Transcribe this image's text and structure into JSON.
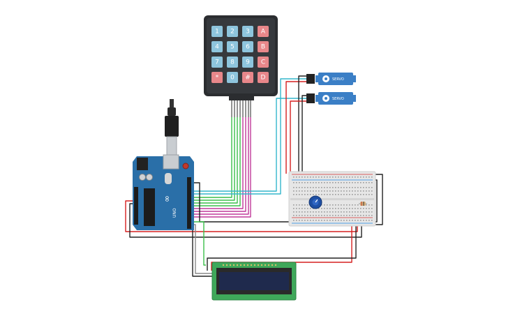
{
  "keypad": {
    "keys": [
      {
        "label": "1",
        "kind": "num"
      },
      {
        "label": "2",
        "kind": "num"
      },
      {
        "label": "3",
        "kind": "num"
      },
      {
        "label": "A",
        "kind": "letter"
      },
      {
        "label": "4",
        "kind": "num"
      },
      {
        "label": "5",
        "kind": "num"
      },
      {
        "label": "6",
        "kind": "num"
      },
      {
        "label": "B",
        "kind": "letter"
      },
      {
        "label": "7",
        "kind": "num"
      },
      {
        "label": "8",
        "kind": "num"
      },
      {
        "label": "9",
        "kind": "num"
      },
      {
        "label": "C",
        "kind": "letter"
      },
      {
        "label": "*",
        "kind": "letter"
      },
      {
        "label": "0",
        "kind": "num"
      },
      {
        "label": "#",
        "kind": "letter"
      },
      {
        "label": "D",
        "kind": "letter"
      }
    ],
    "colors": {
      "num": "#8ec5dd",
      "letter": "#e8878a",
      "body": "#2b2d30"
    }
  },
  "arduino": {
    "board_label": "UNO",
    "logo_label": "∞",
    "colors": {
      "board": "#2a6fa8",
      "usb": "#c9cdd1"
    }
  },
  "servos": {
    "label": "SERVO",
    "count": 2,
    "color": "#3b7fc6"
  },
  "lcd": {
    "colors": {
      "pcb": "#3fa85a",
      "screen": "#1f2a4d"
    }
  },
  "breadboard": {
    "colors": {
      "body": "#e6e6e6",
      "rail_red": "#d32f2f",
      "rail_blue": "#1e88e5"
    }
  },
  "potentiometer": {
    "color": "#1e4fa3"
  },
  "wire_colors": {
    "red": "#d62020",
    "black": "#222222",
    "green": "#3bbf4a",
    "magenta": "#c0399a",
    "cyan": "#33b6cc",
    "gray": "#8a8a8a"
  }
}
